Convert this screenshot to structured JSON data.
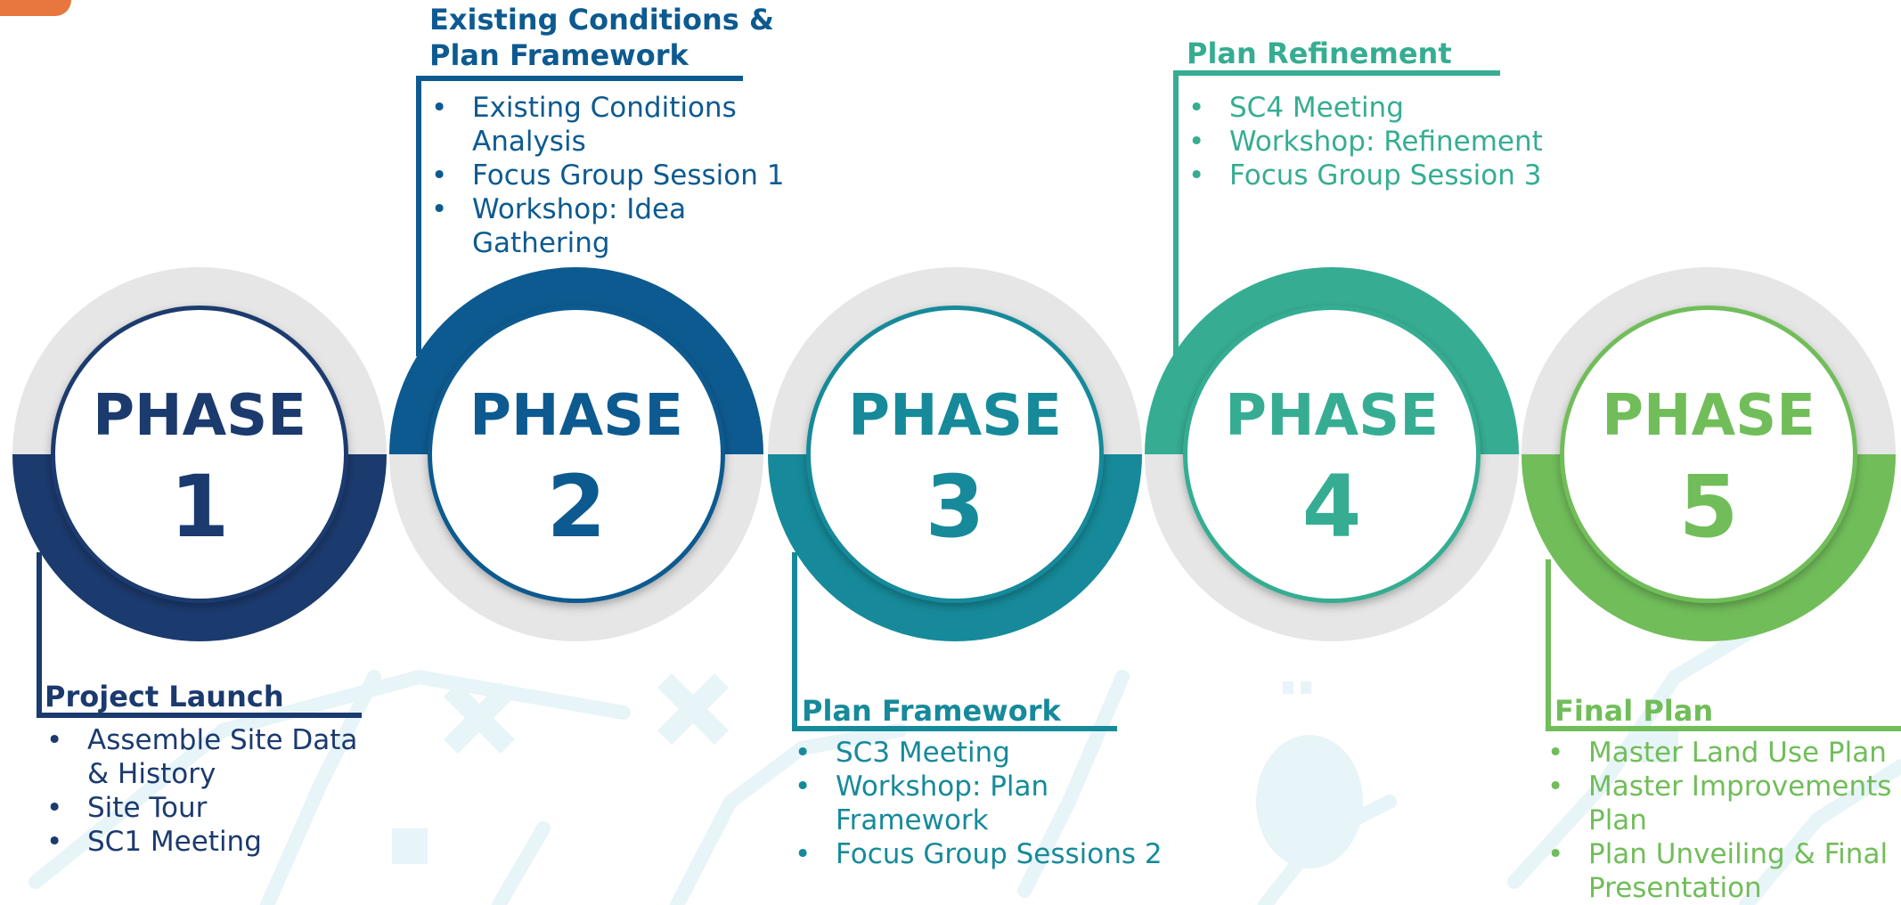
{
  "colors": {
    "phase1": "#1b3a6e",
    "phase2": "#0d5a90",
    "phase3": "#168a9a",
    "phase4": "#36ad92",
    "phase5": "#71bd5a",
    "ring_grey": "#e6e6e6",
    "map_tint": "#e7f4f8",
    "corner_tab": "#e8773f"
  },
  "phases": [
    {
      "word": "PHASE",
      "number": "1",
      "title": "Project Launch",
      "items": [
        "Assemble Site Data & History",
        "Site Tour",
        "SC1 Meeting"
      ]
    },
    {
      "word": "PHASE",
      "number": "2",
      "title": "Existing Conditions & Plan Framework",
      "items": [
        "Existing Conditions Analysis",
        "Focus Group Session 1",
        "Workshop: Idea Gathering"
      ]
    },
    {
      "word": "PHASE",
      "number": "3",
      "title": "Plan Framework",
      "items": [
        "SC3 Meeting",
        "Workshop: Plan Framework",
        "Focus Group Sessions 2"
      ]
    },
    {
      "word": "PHASE",
      "number": "4",
      "title": "Plan Refinement",
      "items": [
        "SC4 Meeting",
        "Workshop: Refinement",
        "Focus Group Session 3"
      ]
    },
    {
      "word": "PHASE",
      "number": "5",
      "title": "Final Plan",
      "items": [
        "Master Land Use Plan",
        "Master Improvements Plan",
        "Plan Unveiling & Final Presentation"
      ]
    }
  ]
}
